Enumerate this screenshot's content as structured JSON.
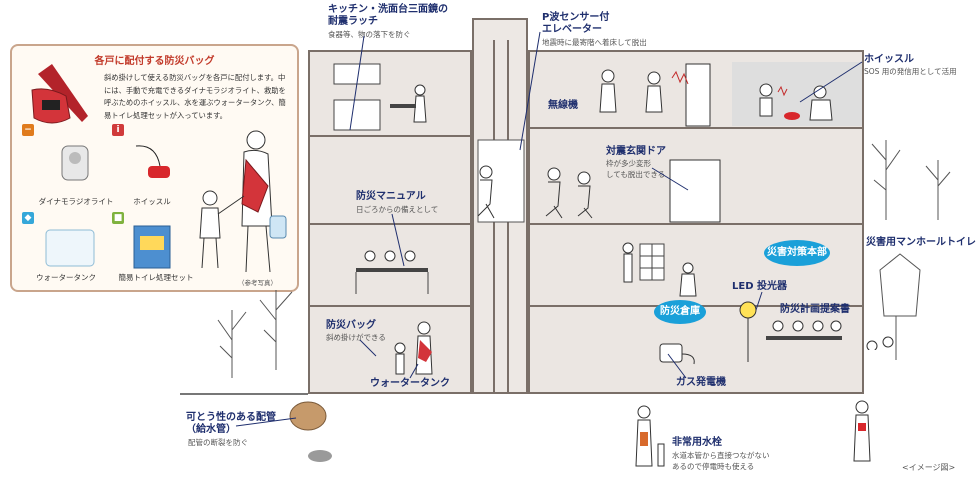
{
  "bag_panel": {
    "title": "各戸に配付する防災バッグ",
    "description": "斜め掛けして使える防災バッグを各戸に配付します。中には、手動で充電できるダイナモラジオライト、救助を呼ぶためのホイッスル、水を運ぶウォータータンク、簡易トイレ処理セットが入っています。",
    "items": [
      {
        "label": "ダイナモラジオライト",
        "badge": "−",
        "badge_color": "#e07b1d"
      },
      {
        "label": "ホイッスル",
        "badge": "i",
        "badge_color": "#d03a3a"
      },
      {
        "label": "ウォータータンク",
        "badge": "◆",
        "badge_color": "#35a7d9"
      },
      {
        "label": "簡易トイレ処理セット",
        "badge": "■",
        "badge_color": "#7fb23e"
      }
    ],
    "note": "（参考写真）"
  },
  "callouts": {
    "latch_title1": "キッチン・洗面台三面鏡の",
    "latch_title2": "耐震ラッチ",
    "latch_sub": "食器等、物の落下を防ぐ",
    "elevator_title1": "P波センサー付",
    "elevator_title2": "エレベーター",
    "elevator_sub": "地震時に最寄階へ着床して脱出",
    "whistle_title": "ホイッスル",
    "whistle_sub": "SOS 用の発信用として活用",
    "radio_title": "無線機",
    "door_title": "対震玄関ドア",
    "door_sub1": "枠が多少変形",
    "door_sub2": "しても脱出できる",
    "manual_title": "防災マニュアル",
    "manual_sub": "日ごろからの備えとして",
    "hq_tag1": "災害対策本部",
    "led_title": "LED 投光器",
    "storage_tag": "防災倉庫",
    "plan_title": "防災計画提案書",
    "bag_title": "防災バッグ",
    "bag_sub": "斜め掛けができる",
    "tank_title": "ウォータータンク",
    "gen_title": "ガス発電機",
    "toilet_title": "災害用マンホールトイレ",
    "pipe_title1": "可とう性のある配管",
    "pipe_title2": "（給水管）",
    "pipe_sub": "配管の断裂を防ぐ",
    "hydrant_title": "非常用水栓",
    "hydrant_sub1": "水道本管から直接つながない",
    "hydrant_sub2": "あるので停電時も使える",
    "image_note": "<イメージ図>"
  },
  "colors": {
    "navy": "#1f2f6e",
    "red": "#c23a2a",
    "blue_tag": "#1aa0d9",
    "wall": "#ebe6e2"
  }
}
